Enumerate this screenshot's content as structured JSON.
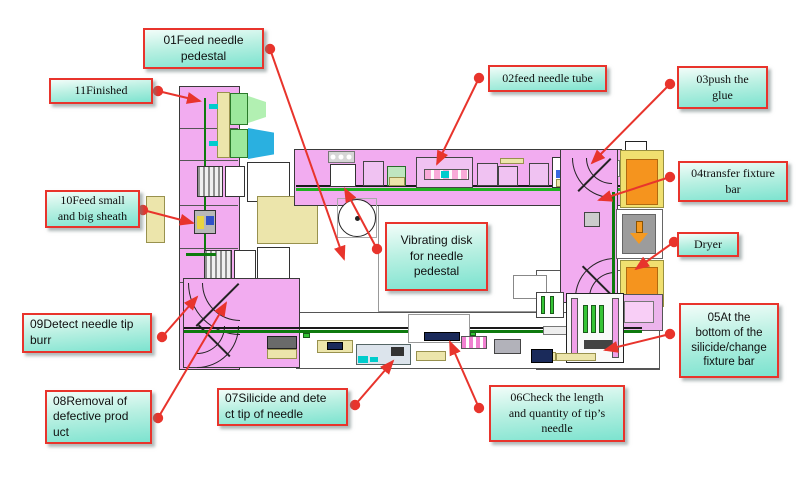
{
  "palette": {
    "callout_border": "#e8342c",
    "callout_fill_top": "#f2fdf9",
    "callout_fill_bottom": "#7ce3cf",
    "leader_red": "#e8342c",
    "machine_pink": "#f2acf0",
    "component_lavender": "#f0c2f2",
    "component_green": "#9ce89c",
    "conveyor_green": "#0e7a0e",
    "pad_cream": "#ece5ab",
    "dryer_orange": "#f5941e",
    "frame_yellow": "#f0e070",
    "gray_box": "#9c9c9c",
    "cyan_chip": "#00cccc",
    "blue_hopper": "#2ab0e0"
  },
  "icons": {
    "down_arrow": "⬇ (orange, css-shape)"
  },
  "callouts": {
    "c01": {
      "lines": [
        "01Feed needle",
        "pedestal"
      ]
    },
    "c02": {
      "lines": [
        "02feed needle tube"
      ]
    },
    "c03": {
      "lines": [
        "03push the",
        "glue"
      ]
    },
    "c04": {
      "lines": [
        "04transfer fixture",
        "bar"
      ]
    },
    "dryer": {
      "lines": [
        "Dryer"
      ]
    },
    "c05": {
      "lines": [
        "05At the",
        "bottom of the",
        "silicide/change",
        "fixture bar"
      ]
    },
    "c06": {
      "lines": [
        "06Check the length",
        "and quantity of tip’s",
        "needle"
      ]
    },
    "c07": {
      "lines": [
        "07Silicide and dete",
        "ct tip of needle"
      ]
    },
    "c08": {
      "lines": [
        "08Removal of",
        "defective prod",
        "uct"
      ]
    },
    "c09": {
      "lines": [
        "09Detect needle tip",
        "burr"
      ]
    },
    "c10": {
      "lines": [
        "10Feed small",
        "and big sheath"
      ]
    },
    "c11": {
      "lines": [
        "11Finished"
      ]
    },
    "vib": {
      "lines": [
        "Vibrating disk",
        "for needle",
        "pedestal"
      ]
    }
  }
}
